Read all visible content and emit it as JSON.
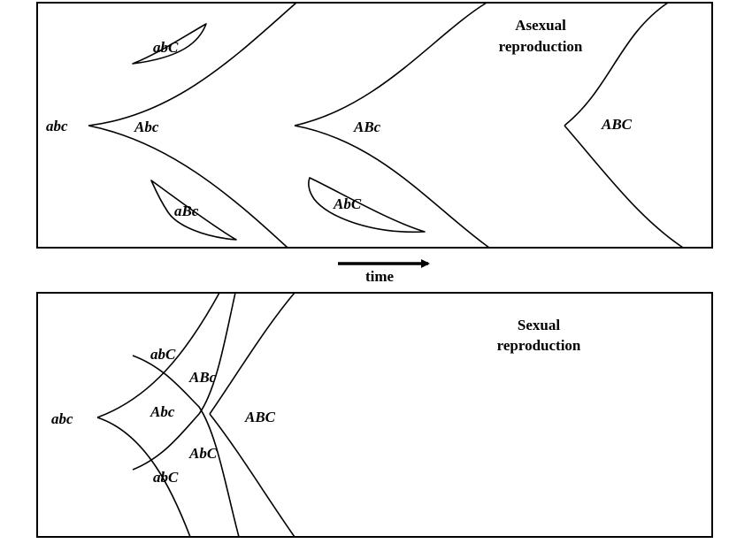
{
  "asexual_panel": {
    "title_line1": "Asexual",
    "title_line2": "reproduction",
    "labels": {
      "origin": "abc",
      "first_clone": "Abc",
      "upper_lost": "abC",
      "lower_lost": "aBc",
      "second_clone": "ABc",
      "second_lost": "AbC",
      "third_clone": "ABC"
    }
  },
  "time_axis": {
    "label": "time"
  },
  "sexual_panel": {
    "title_line1": "Sexual",
    "title_line2": "reproduction",
    "labels": {
      "origin": "abc",
      "upper_abC": "abC",
      "ABc": "ABc",
      "Abc": "Abc",
      "ABC": "ABC",
      "AbC": "AbC",
      "lower_abC": "abC"
    }
  }
}
